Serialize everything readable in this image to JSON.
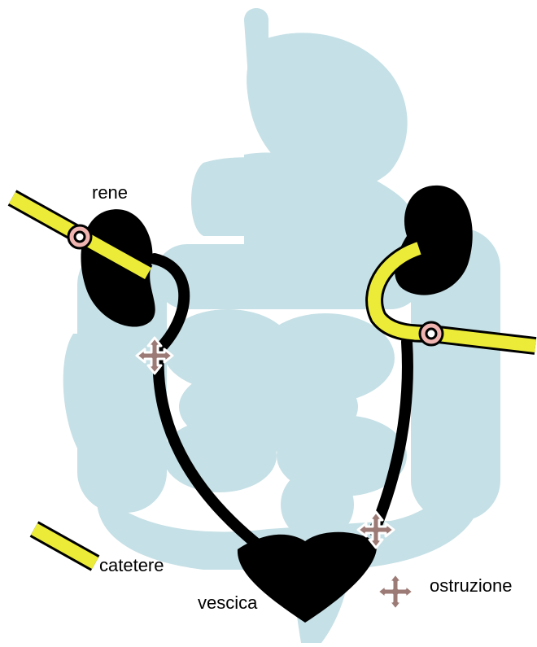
{
  "labels": {
    "kidney": "rene",
    "bladder": "vescica",
    "catheter": "catetere",
    "obstruction": "ostruzione"
  },
  "colors": {
    "intestine": "#c5e0e6",
    "organ": "#000000",
    "catheter": "#ecec38",
    "ring": "#f0b4b0",
    "obstruction_fill": "#9c7a75"
  },
  "icons": [
    "obstruction-icon",
    "catheter-ring-icon"
  ]
}
